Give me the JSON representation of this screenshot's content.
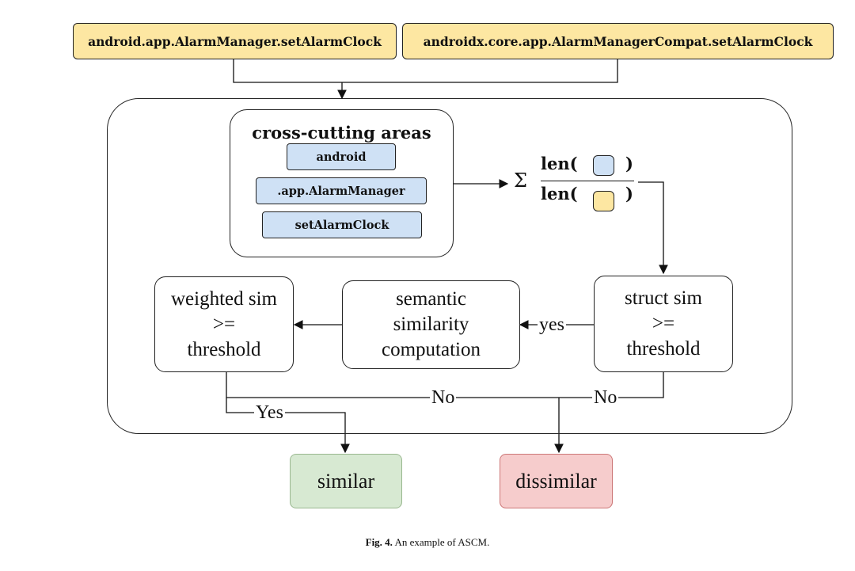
{
  "api_calls": [
    "android.app.AlarmManager.setAlarmClock",
    "androidx.core.app.AlarmManagerCompat.setAlarmClock"
  ],
  "cross_cutting": {
    "title": "cross-cutting areas",
    "areas": [
      "android",
      ".app.AlarmManager",
      "setAlarmClock"
    ]
  },
  "formula": {
    "sigma": "Σ",
    "numerator_prefix": "len(",
    "denominator_prefix": "len(",
    "suffix": ")"
  },
  "nodes": {
    "struct_sim": [
      "struct sim",
      ">=",
      "threshold"
    ],
    "semantic": [
      "semantic",
      "similarity",
      "computation"
    ],
    "weighted_sim": [
      "weighted sim",
      ">=",
      "threshold"
    ]
  },
  "edge_labels": {
    "yes_lower": "yes",
    "yes_upper": "Yes",
    "no_left": "No",
    "no_right": "No"
  },
  "results": {
    "similar": "similar",
    "dissimilar": "dissimilar"
  },
  "colors": {
    "api_fill": "#fde7a2",
    "area_fill": "#cfe1f5",
    "similar_fill": "#d7e9d2",
    "dissimilar_fill": "#f6cccc"
  },
  "caption": {
    "label": "Fig. 4.",
    "text": "An example of ASCM."
  }
}
